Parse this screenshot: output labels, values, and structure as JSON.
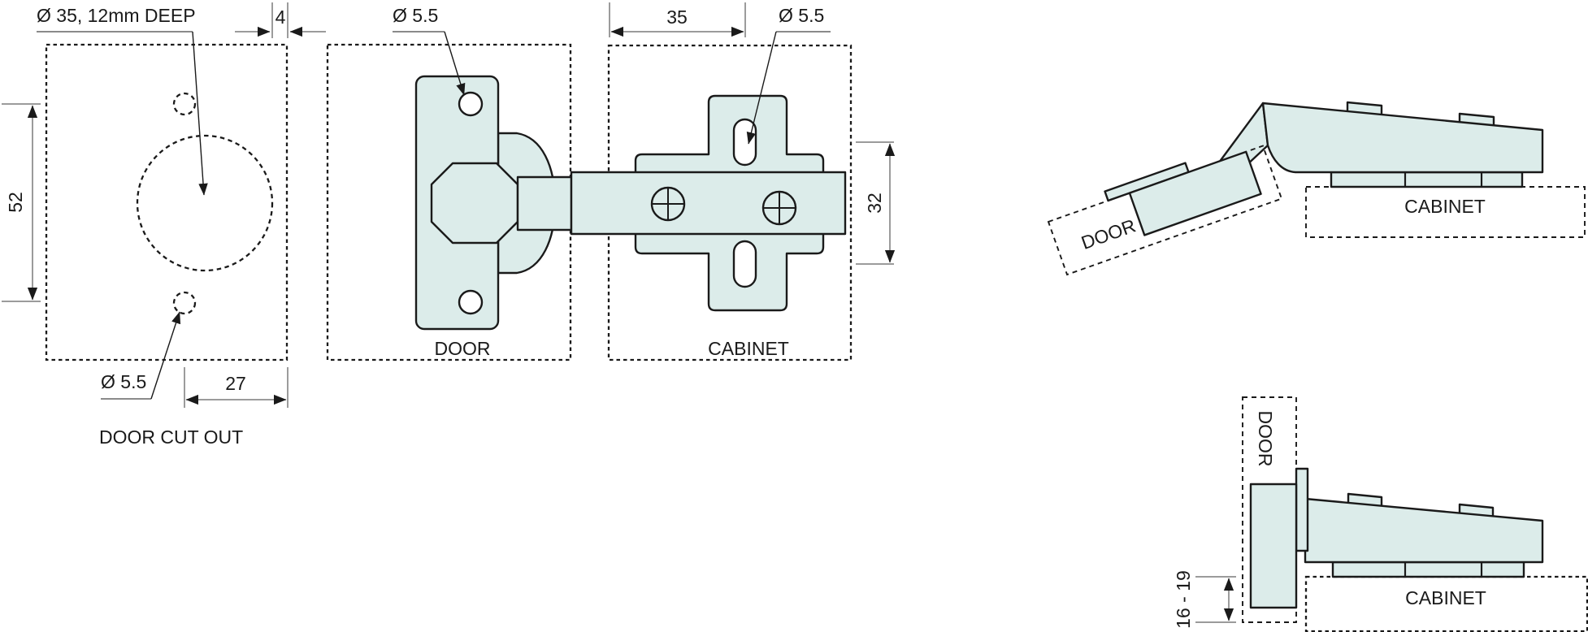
{
  "drawing": {
    "colors": {
      "metal_fill": "#dcecea",
      "line": "#1a1a1a",
      "dim_line": "#7a7a7a"
    },
    "door_cutout": {
      "caption": "DOOR CUT OUT",
      "label_cup_hole": "Ø 35, 12mm DEEP",
      "label_screw_hole": "Ø 5.5",
      "dim_hole_spacing": "52",
      "dim_cup_to_edge": "4",
      "dim_hole_to_edge": "27"
    },
    "door_view": {
      "caption": "DOOR",
      "label_screw_hole": "Ø 5.5"
    },
    "cabinet_view": {
      "caption": "CABINET",
      "label_screw_hole": "Ø 5.5",
      "dim_edge_to_hole": "35",
      "dim_hole_spacing": "32"
    },
    "open_view": {
      "door_label": "DOOR",
      "cabinet_label": "CABINET"
    },
    "closed_view": {
      "door_label": "DOOR",
      "cabinet_label": "CABINET",
      "dim_overlay": "16 - 19"
    }
  }
}
